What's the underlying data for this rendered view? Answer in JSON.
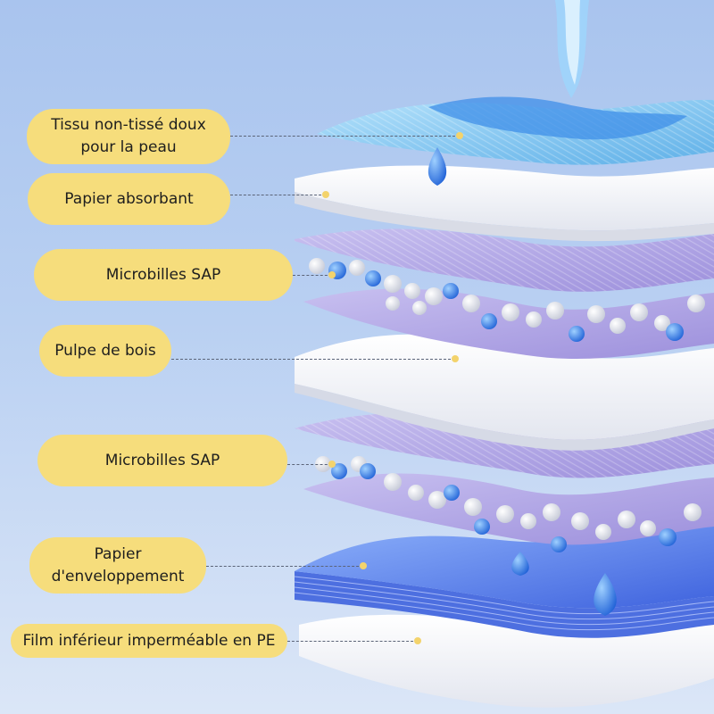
{
  "colors": {
    "label_fill": "#f6dd7c",
    "top_sheet": "#7fc4ee",
    "white_layer": "#f4f5f9",
    "sap_layer": "#b2a7e6",
    "sap_bead_blue": "#2a6ee0",
    "wrap_layer": "#5f86ee",
    "film_layer": "#eef1fb"
  },
  "labels": [
    {
      "id": "top-sheet",
      "lines": [
        "Tissu non-tissé doux",
        "pour la peau"
      ]
    },
    {
      "id": "absorbent-paper",
      "lines": [
        "Papier absorbant"
      ]
    },
    {
      "id": "sap-1",
      "lines": [
        "Microbilles SAP"
      ]
    },
    {
      "id": "wood-pulp",
      "lines": [
        "Pulpe de bois"
      ]
    },
    {
      "id": "sap-2",
      "lines": [
        "Microbilles SAP"
      ]
    },
    {
      "id": "wrapping-paper",
      "lines": [
        "Papier",
        "d'enveloppement"
      ]
    },
    {
      "id": "pe-film",
      "lines": [
        "Film inférieur imperméable en PE"
      ]
    }
  ]
}
